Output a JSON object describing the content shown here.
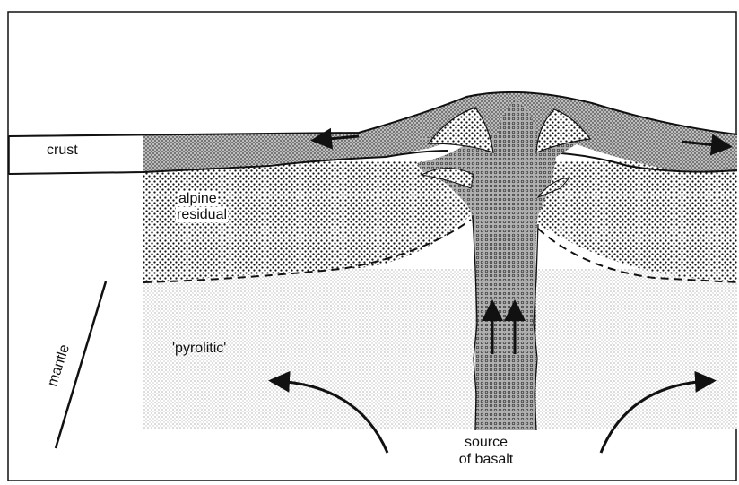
{
  "labels": {
    "crust": "crust",
    "alpine": "alpine",
    "residual": "residual",
    "pyrolitic": "'pyrolitic'",
    "mantle": "mantle",
    "source": "source",
    "of_basalt": "of basalt"
  },
  "colors": {
    "ink": "#111111",
    "crust_fill": "#bdbdbd",
    "background": "#ffffff"
  }
}
